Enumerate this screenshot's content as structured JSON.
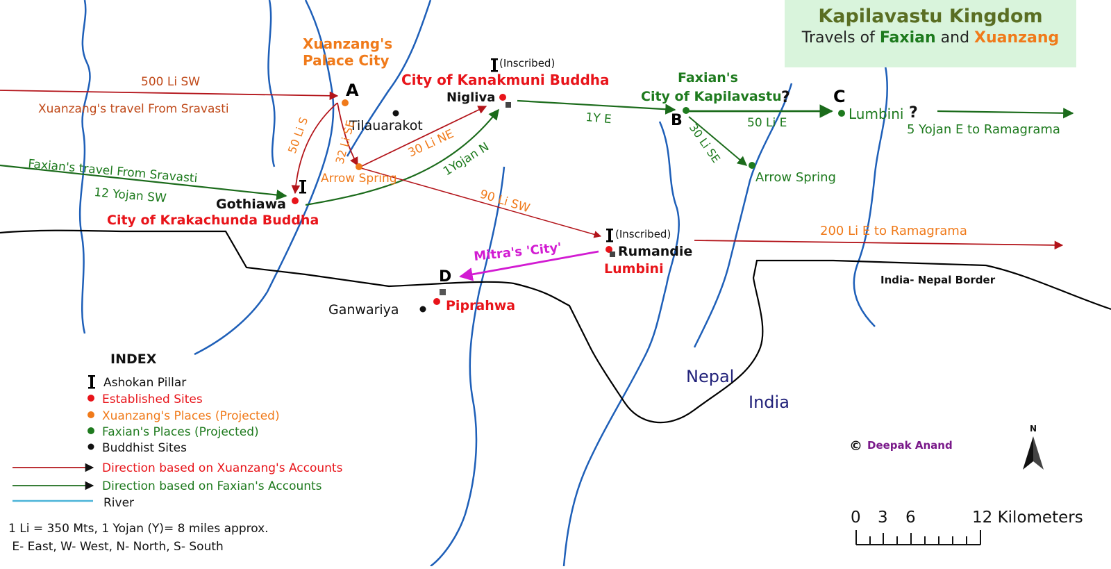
{
  "title": {
    "main": "Kapilavastu Kingdom",
    "sub_prefix": "Travels of",
    "sub_faxian": "Faxian",
    "sub_and": "and",
    "sub_xuanzang": "Xuanzang"
  },
  "colors": {
    "river": "#1e5fb8",
    "border": "#000000",
    "xuanzang_route": "#b3141a",
    "faxian_route": "#1b6b1b",
    "mitra_route": "#d21bd2",
    "established": "#e8141a",
    "xuanzang_place": "#f07a1a",
    "faxian_place": "#1e7a1e",
    "buddhist_site": "#111111",
    "index_river": "#4bb4d8",
    "title_bg": "#d9f4dc",
    "title_main": "#5a6e23",
    "country": "#22227a",
    "credit": "#7a1a8a"
  },
  "places": {
    "a_letter": "A",
    "b_letter": "B",
    "c_letter": "C",
    "d_letter": "D",
    "xuanzang_palace_1": "Xuanzang's",
    "xuanzang_palace_2": "Palace City",
    "tilauarakot": "Tilauarakot",
    "arrow_spring_1": "Arrow Spring",
    "gothiawa": "Gothiawa",
    "krakachunda": "City of Krakachunda Buddha",
    "kanakmuni": "City of Kanakmuni Buddha",
    "nigliva": "Nigliva",
    "inscribed_1": "(Inscribed)",
    "inscribed_2": "(Inscribed)",
    "faxian_city_1": "Faxian's",
    "faxian_city_2": "City of Kapilavastu",
    "question": "?",
    "lumbini_c": "Lumbini",
    "arrow_spring_2": "Arrow Spring",
    "rumandie": "Rumandie",
    "lumbini": "Lumbini",
    "mitra_city": "Mitra's 'City'",
    "ganwariya": "Ganwariya",
    "piprahwa": "Piprahwa",
    "nepal": "Nepal",
    "india": "India",
    "border_label": "India- Nepal Border"
  },
  "routes": {
    "li500": "500 Li SW",
    "xz_from": "Xuanzang's travel  From Sravasti",
    "fx_from": "Faxian's travel From Sravasti",
    "yojan12": "12 Yojan SW",
    "li_s": "50 Li S",
    "li_se32": "32 Li SE",
    "li_ne": "30 Li NE",
    "yojan_n": "1Yojan N",
    "y_e": "1Y E",
    "li_sw90": "90 Li SW",
    "li_e50": "50 Li E",
    "li_se30": "30 Li SE",
    "yojan5": "5 Yojan E to Ramagrama",
    "li200": "200 Li E  to Ramagrama"
  },
  "index": {
    "title": "INDEX",
    "items": [
      {
        "label": "Ashokan Pillar"
      },
      {
        "label": "Established Sites"
      },
      {
        "label": "Xuanzang's Places (Projected)"
      },
      {
        "label": "Faxian's Places (Projected)"
      },
      {
        "label": "Buddhist Sites"
      },
      {
        "label": "Direction based on Xuanzang's Accounts"
      },
      {
        "label": "Direction based on Faxian's Accounts"
      },
      {
        "label": "River"
      }
    ]
  },
  "notes": {
    "line1": "1 Li = 350 Mts, 1 Yojan (Y)= 8 miles approx.",
    "line2": " E- East, W- West, N- North, S- South"
  },
  "credit": "Deepak Anand",
  "copyright_symbol": "©",
  "north_label": "N",
  "scale": {
    "t0": "0",
    "t3": "3",
    "t6": "6",
    "t12": "12 Kilometers"
  }
}
